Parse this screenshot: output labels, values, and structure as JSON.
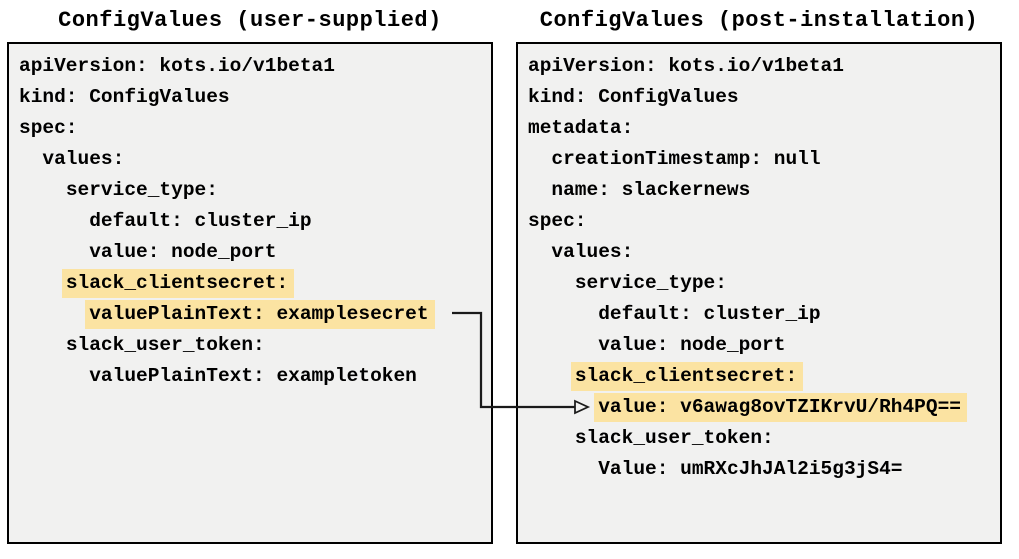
{
  "colors": {
    "panel_bg": "#f1f1f0",
    "panel_border": "#000000",
    "highlight": "#fbe3a2",
    "text": "#000000",
    "arrow": "#1a1a1a"
  },
  "icons": {
    "connector": "elbow-arrow-right"
  },
  "panels": [
    {
      "title": "ConfigValues (user-supplied)",
      "lines": [
        {
          "indent": 0,
          "text": "apiVersion: kots.io/v1beta1",
          "highlight": false
        },
        {
          "indent": 0,
          "text": "kind: ConfigValues",
          "highlight": false
        },
        {
          "indent": 0,
          "text": "spec:",
          "highlight": false
        },
        {
          "indent": 2,
          "text": "values:",
          "highlight": false
        },
        {
          "indent": 4,
          "text": "service_type:",
          "highlight": false
        },
        {
          "indent": 6,
          "text": "default: cluster_ip",
          "highlight": false
        },
        {
          "indent": 6,
          "text": "value: node_port",
          "highlight": false
        },
        {
          "indent": 4,
          "text": "slack_clientsecret:",
          "highlight": true
        },
        {
          "indent": 6,
          "text": "valuePlainText: examplesecret",
          "highlight": true
        },
        {
          "indent": 4,
          "text": "slack_user_token:",
          "highlight": false
        },
        {
          "indent": 6,
          "text": "valuePlainText: exampletoken",
          "highlight": false
        }
      ]
    },
    {
      "title": "ConfigValues (post-installation)",
      "lines": [
        {
          "indent": 0,
          "text": "apiVersion: kots.io/v1beta1",
          "highlight": false
        },
        {
          "indent": 0,
          "text": "kind: ConfigValues",
          "highlight": false
        },
        {
          "indent": 0,
          "text": "metadata:",
          "highlight": false
        },
        {
          "indent": 2,
          "text": "creationTimestamp: null",
          "highlight": false
        },
        {
          "indent": 2,
          "text": "name: slackernews",
          "highlight": false
        },
        {
          "indent": 0,
          "text": "spec:",
          "highlight": false
        },
        {
          "indent": 2,
          "text": "values:",
          "highlight": false
        },
        {
          "indent": 4,
          "text": "service_type:",
          "highlight": false
        },
        {
          "indent": 6,
          "text": "default: cluster_ip",
          "highlight": false
        },
        {
          "indent": 6,
          "text": "value: node_port",
          "highlight": false
        },
        {
          "indent": 4,
          "text": "slack_clientsecret:",
          "highlight": true
        },
        {
          "indent": 6,
          "text": "value: v6awag8ovTZIKrvU/Rh4PQ==",
          "highlight": true
        },
        {
          "indent": 4,
          "text": "slack_user_token:",
          "highlight": false
        },
        {
          "indent": 6,
          "text": "Value: umRXcJhJAl2i5g3jS4=",
          "highlight": false
        }
      ]
    }
  ]
}
